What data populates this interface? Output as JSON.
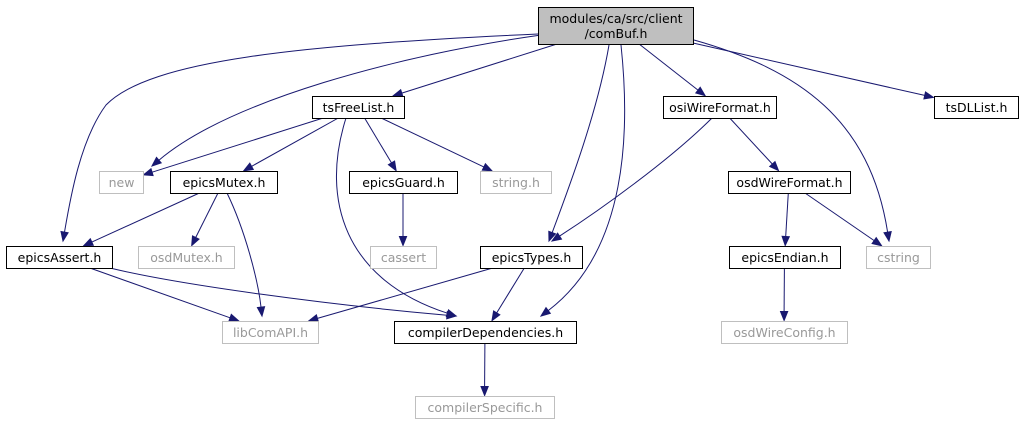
{
  "graph": {
    "colors": {
      "edge": "#191970",
      "root_fill": "#bfbfbf",
      "node_border": "#000000",
      "external_border": "#bfbfbf",
      "external_text": "#999999"
    },
    "nodes": [
      {
        "id": "root",
        "lines": [
          "modules/ca/src/client",
          "/comBuf.h"
        ],
        "kind": "root"
      },
      {
        "id": "tsFreeList",
        "lines": [
          "tsFreeList.h"
        ],
        "kind": "local"
      },
      {
        "id": "osiWireFormat",
        "lines": [
          "osiWireFormat.h"
        ],
        "kind": "local"
      },
      {
        "id": "tsDLList",
        "lines": [
          "tsDLList.h"
        ],
        "kind": "local"
      },
      {
        "id": "new",
        "lines": [
          "new"
        ],
        "kind": "external"
      },
      {
        "id": "epicsMutex",
        "lines": [
          "epicsMutex.h"
        ],
        "kind": "local"
      },
      {
        "id": "epicsGuard",
        "lines": [
          "epicsGuard.h"
        ],
        "kind": "local"
      },
      {
        "id": "string",
        "lines": [
          "string.h"
        ],
        "kind": "external"
      },
      {
        "id": "osdWireFormat",
        "lines": [
          "osdWireFormat.h"
        ],
        "kind": "local"
      },
      {
        "id": "epicsAssert",
        "lines": [
          "epicsAssert.h"
        ],
        "kind": "local"
      },
      {
        "id": "osdMutex",
        "lines": [
          "osdMutex.h"
        ],
        "kind": "external"
      },
      {
        "id": "cassert",
        "lines": [
          "cassert"
        ],
        "kind": "external"
      },
      {
        "id": "epicsTypes",
        "lines": [
          "epicsTypes.h"
        ],
        "kind": "local"
      },
      {
        "id": "epicsEndian",
        "lines": [
          "epicsEndian.h"
        ],
        "kind": "local"
      },
      {
        "id": "cstring",
        "lines": [
          "cstring"
        ],
        "kind": "external"
      },
      {
        "id": "libComAPI",
        "lines": [
          "libComAPI.h"
        ],
        "kind": "external"
      },
      {
        "id": "compilerDependencies",
        "lines": [
          "compilerDependencies.h"
        ],
        "kind": "local"
      },
      {
        "id": "osdWireConfig",
        "lines": [
          "osdWireConfig.h"
        ],
        "kind": "external"
      },
      {
        "id": "compilerSpecific",
        "lines": [
          "compilerSpecific.h"
        ],
        "kind": "external"
      }
    ],
    "edges": [
      [
        "root",
        "tsFreeList"
      ],
      [
        "root",
        "new"
      ],
      [
        "root",
        "epicsAssert"
      ],
      [
        "root",
        "epicsTypes"
      ],
      [
        "root",
        "compilerDependencies"
      ],
      [
        "root",
        "osiWireFormat"
      ],
      [
        "root",
        "cstring"
      ],
      [
        "root",
        "tsDLList"
      ],
      [
        "tsFreeList",
        "new"
      ],
      [
        "tsFreeList",
        "epicsMutex"
      ],
      [
        "tsFreeList",
        "epicsGuard"
      ],
      [
        "tsFreeList",
        "string"
      ],
      [
        "tsFreeList",
        "compilerDependencies"
      ],
      [
        "epicsMutex",
        "epicsAssert"
      ],
      [
        "epicsMutex",
        "osdMutex"
      ],
      [
        "epicsMutex",
        "libComAPI"
      ],
      [
        "epicsGuard",
        "cassert"
      ],
      [
        "osiWireFormat",
        "epicsTypes"
      ],
      [
        "osiWireFormat",
        "osdWireFormat"
      ],
      [
        "osdWireFormat",
        "epicsEndian"
      ],
      [
        "osdWireFormat",
        "cstring"
      ],
      [
        "epicsEndian",
        "osdWireConfig"
      ],
      [
        "epicsAssert",
        "libComAPI"
      ],
      [
        "epicsAssert",
        "compilerDependencies"
      ],
      [
        "epicsTypes",
        "libComAPI"
      ],
      [
        "epicsTypes",
        "compilerDependencies"
      ],
      [
        "compilerDependencies",
        "compilerSpecific"
      ]
    ]
  }
}
